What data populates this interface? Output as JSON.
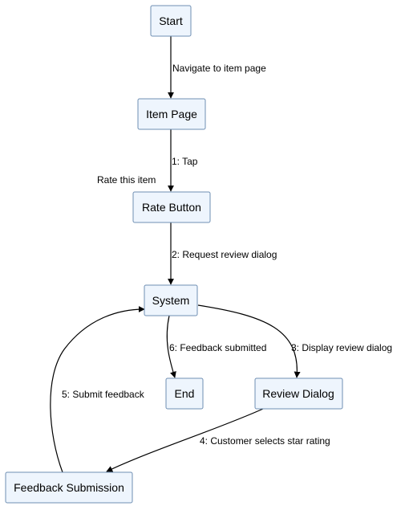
{
  "diagram": {
    "nodes": {
      "start": "Start",
      "item_page": "Item Page",
      "rate_button": "Rate Button",
      "system": "System",
      "end": "End",
      "review_dialog": "Review Dialog",
      "feedback_submission": "Feedback Submission"
    },
    "edges": {
      "navigate": "Navigate to item page",
      "tap": "1: Tap",
      "request": "2: Request review dialog",
      "display": "3: Display review dialog",
      "select_rating": "4: Customer selects star rating",
      "submit": "5: Submit feedback",
      "submitted": "6: Feedback submitted"
    },
    "annotations": {
      "rate_item": "Rate this item"
    }
  }
}
